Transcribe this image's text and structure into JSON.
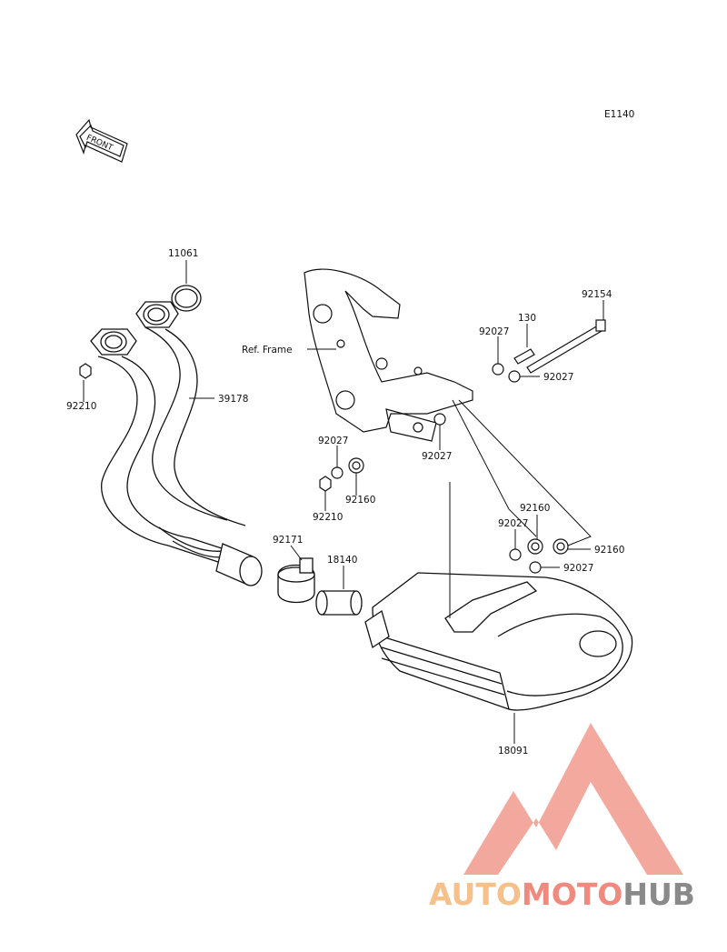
{
  "diagram": {
    "code": "E1140",
    "front_label": "FRONT",
    "ref_frame": "Ref. Frame",
    "parts": [
      {
        "id": "p11061",
        "num": "11061"
      },
      {
        "id": "p92210a",
        "num": "92210"
      },
      {
        "id": "p39178",
        "num": "39178"
      },
      {
        "id": "p92154",
        "num": "92154"
      },
      {
        "id": "p130",
        "num": "130"
      },
      {
        "id": "p92027a",
        "num": "92027"
      },
      {
        "id": "p92027b",
        "num": "92027"
      },
      {
        "id": "p92027c",
        "num": "92027"
      },
      {
        "id": "p92027d",
        "num": "92027"
      },
      {
        "id": "p92160a",
        "num": "92160"
      },
      {
        "id": "p92210b",
        "num": "92210"
      },
      {
        "id": "p92171",
        "num": "92171"
      },
      {
        "id": "p18140",
        "num": "18140"
      },
      {
        "id": "p92160b",
        "num": "92160"
      },
      {
        "id": "p92027e",
        "num": "92027"
      },
      {
        "id": "p92160c",
        "num": "92160"
      },
      {
        "id": "p92027f",
        "num": "92027"
      },
      {
        "id": "p18091",
        "num": "18091"
      }
    ]
  },
  "watermark": {
    "part1": "AUTO",
    "part2": "MOTO",
    "part3": "HUB",
    "colors": {
      "auto": "#f5c08a",
      "moto": "#f08a7e",
      "hub": "#8a8a8a",
      "logo": "#f29a8e"
    }
  }
}
